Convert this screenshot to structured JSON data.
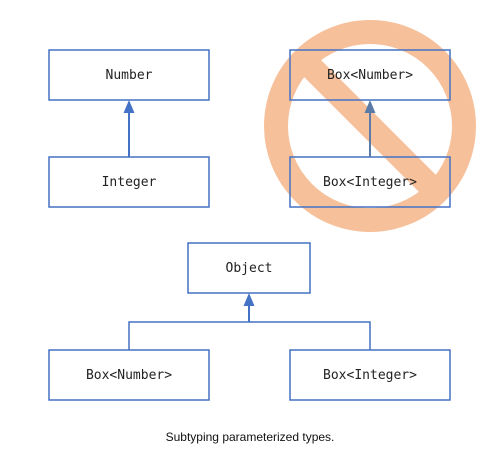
{
  "diagram": {
    "top_left": {
      "parent_label": "Number",
      "child_label": "Integer"
    },
    "top_right": {
      "parent_label": "Box<Number>",
      "child_label": "Box<Integer>",
      "prohibited": true
    },
    "bottom": {
      "root_label": "Object",
      "left_child_label": "Box<Number>",
      "right_child_label": "Box<Integer>"
    },
    "caption": "Subtyping parameterized types."
  },
  "colors": {
    "box_stroke": "#4472c4",
    "arrow": "#4472c4",
    "prohibited_sign": "#f4b183",
    "prohibited_arrow": "#5a7ba8"
  },
  "icons": {
    "prohibited": "prohibited-sign-icon"
  }
}
